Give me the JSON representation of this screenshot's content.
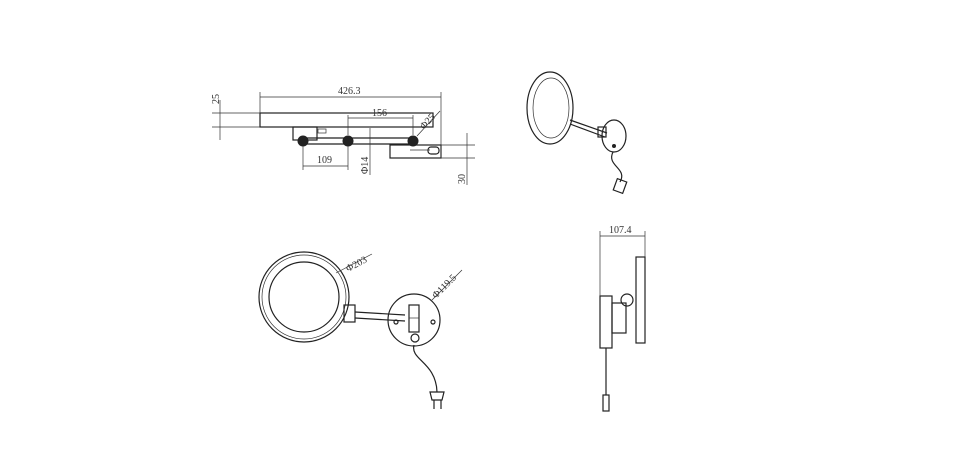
{
  "top_view": {
    "dim_total_length": "426.3",
    "dim_mirror_thickness": "25",
    "dim_arm_segment": "156",
    "dim_joint_diameter": "Φ25",
    "dim_arm_diameter": "Φ14",
    "dim_first_segment": "109",
    "dim_base_thickness": "30"
  },
  "front_view": {
    "dim_mirror_diameter": "Φ203",
    "dim_base_diameter": "Φ119.5"
  },
  "side_view": {
    "dim_depth": "107.4"
  }
}
